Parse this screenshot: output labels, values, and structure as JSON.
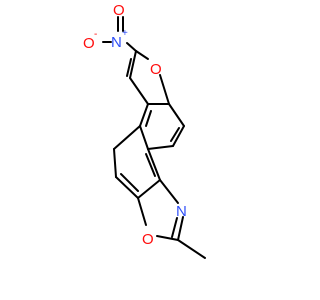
{
  "colors": {
    "background": "#ffffff",
    "bond": "#000000",
    "oxygen": "#ff0d0d",
    "nitrogen": "#3050f8"
  },
  "atoms": {
    "nitro_o_left": "O",
    "nitro_o_left_charge": "-",
    "nitro_n": "N",
    "nitro_n_charge": "+",
    "nitro_o_top": "O",
    "furan_o": "O",
    "oxazole_n": "N",
    "oxazole_o": "O"
  }
}
